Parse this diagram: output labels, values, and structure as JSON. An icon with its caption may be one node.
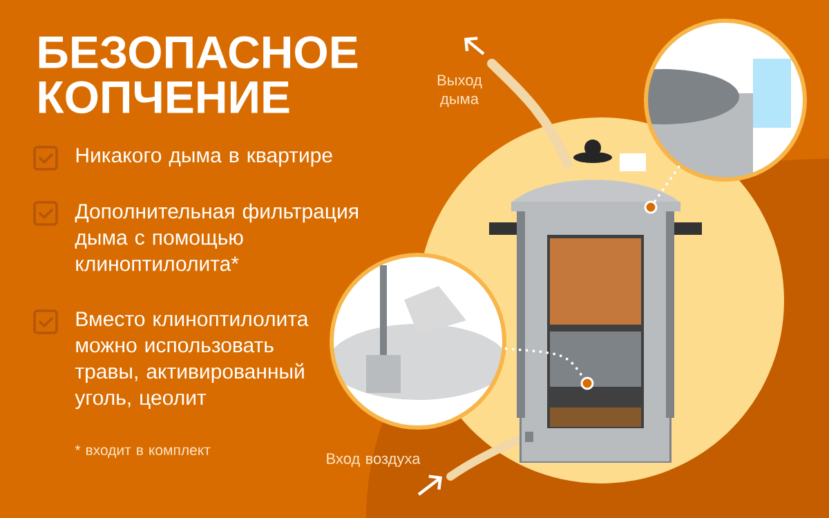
{
  "diagram": {
    "title": "БЕЗОПАСНОЕ КОПЧЕНИЕ",
    "nodes": [
      {
        "text": [],
        "shape": "picture"
      },
      {
        "text": [],
        "shape": "picture"
      },
      {
        "text": [],
        "shape": "circle"
      },
      {
        "text": [],
        "shape": "circle"
      }
    ],
    "edges": [
      {
        "from": 0,
        "to": 2,
        "arrow": "none",
        "style": "dashed"
      },
      {
        "from": 1,
        "to": 3,
        "arrow": "none",
        "style": "dashed"
      }
    ],
    "labels": [
      "Никакого дыма в квартире",
      "Дополнительная фильтрация дыма с помощью клиноптилолита*",
      "Вместо клиноптилолита можно использовать травы, активированный уголь, цеолит",
      "* входит в комплект",
      "Выход дыма",
      "Вход воздуха"
    ]
  }
}
